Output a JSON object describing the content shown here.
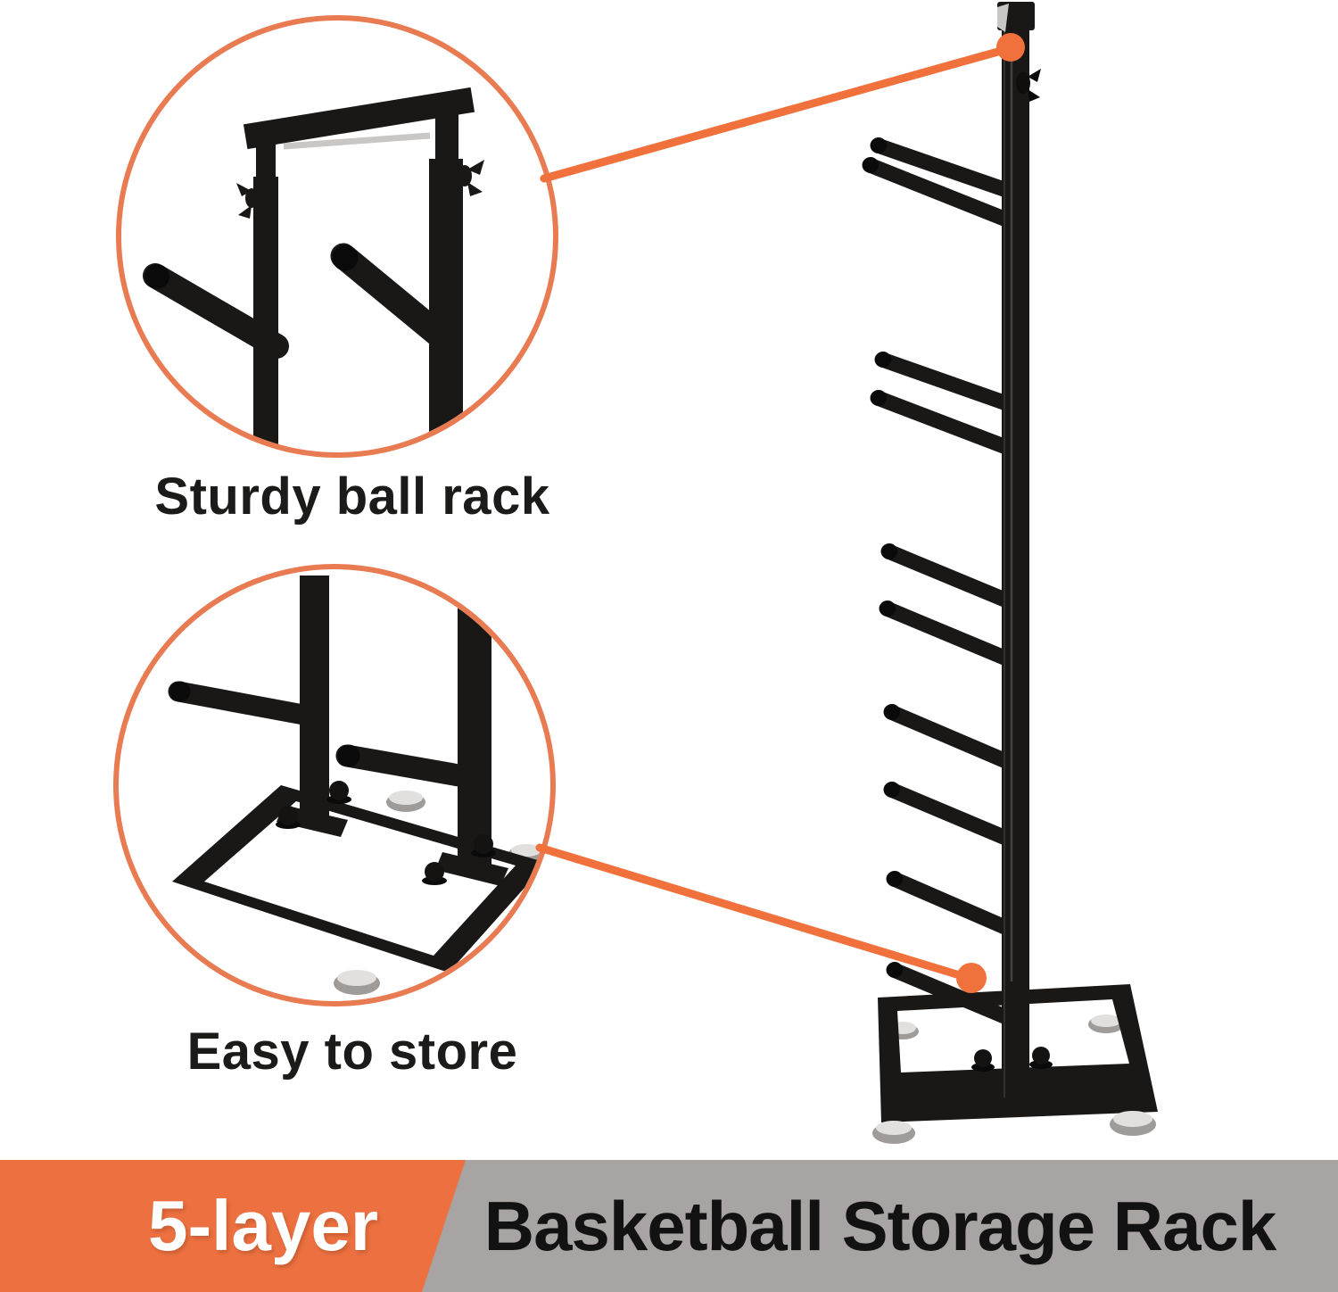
{
  "callouts": [
    {
      "id": "ball-rack-top-detail",
      "caption": "Sturdy ball rack"
    },
    {
      "id": "storage-base-detail",
      "caption": "Easy to store"
    }
  ],
  "banner": {
    "badge_label": "5-layer",
    "title": "Basketball Storage Rack"
  },
  "colors": {
    "accent_orange": "#F0713C",
    "banner_orange": "#ED7140",
    "banner_gray": "#A8A4A3",
    "callout_ring": "#E87B52",
    "steel_black": "#1A1817",
    "caption_text": "#1B1B19",
    "title_text": "#121212",
    "badge_text": "#FFFFFF",
    "chrome": "#C9C7C5"
  }
}
